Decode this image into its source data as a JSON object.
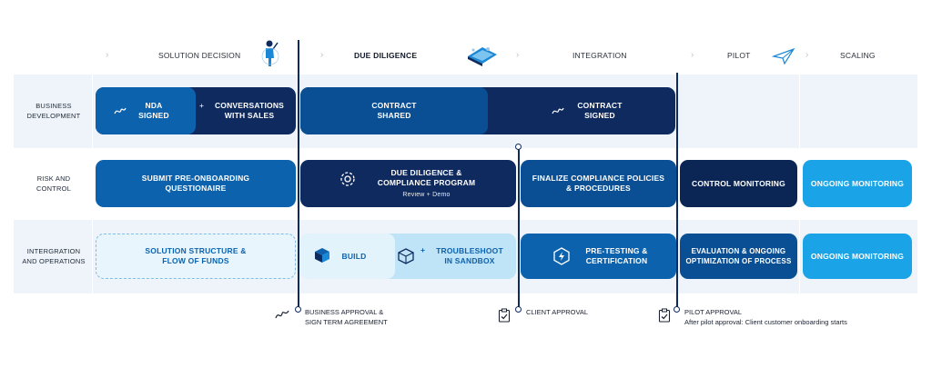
{
  "phases": [
    {
      "label": "SOLUTION DECISION"
    },
    {
      "label": "DUE DILIGENCE"
    },
    {
      "label": "INTEGRATION"
    },
    {
      "label": "PILOT"
    },
    {
      "label": "SCALING"
    }
  ],
  "rows": [
    {
      "label_line1": "BUSINESS",
      "label_line2": "DEVELOPMENT"
    },
    {
      "label_line1": "RISK AND",
      "label_line2": "CONTROL"
    },
    {
      "label_line1": "INTERGRATION",
      "label_line2": "AND OPERATIONS"
    }
  ],
  "boxes": {
    "nda": {
      "line1": "NDA",
      "line2": "SIGNED"
    },
    "conversations": {
      "plus": "+",
      "line1": "CONVERSATIONS",
      "line2": "WITH SALES"
    },
    "contract_shared": {
      "line1": "CONTRACT",
      "line2": "SHARED"
    },
    "contract_signed": {
      "line1": "CONTRACT",
      "line2": "SIGNED"
    },
    "submit": {
      "line1": "SUBMIT PRE-ONBOARDING",
      "line2": "QUESTIONAIRE"
    },
    "due_diligence": {
      "line1": "DUE DILIGENCE &",
      "line2": "COMPLIANCE PROGRAM",
      "sub": "Review + Demo"
    },
    "finalize": {
      "line1": "FINALIZE COMPLIANCE POLICIES",
      "line2": "& PROCEDURES"
    },
    "control_monitoring": {
      "line1": "CONTROL MONITORING"
    },
    "ongoing_monitoring_1": {
      "line1": "ONGOING MONITORING"
    },
    "solution_structure": {
      "line1": "SOLUTION STRUCTURE &",
      "line2": "FLOW OF FUNDS"
    },
    "build": {
      "line1": "BUILD"
    },
    "troubleshoot": {
      "plus": "+",
      "line1": "TROUBLESHOOT",
      "line2": "IN SANDBOX"
    },
    "pretesting": {
      "line1": "PRE-TESTING &",
      "line2": "CERTIFICATION"
    },
    "evaluation": {
      "line1": "EVALUATION & ONGOING",
      "line2": "OPTIMIZATION OF PROCESS"
    },
    "ongoing_monitoring_2": {
      "line1": "ONGOING MONITORING"
    }
  },
  "milestones": {
    "business": {
      "line1": "BUSINESS APPROVAL &",
      "line2": "SIGN TERM AGREEMENT"
    },
    "client": {
      "line1": "CLIENT APPROVAL"
    },
    "pilot": {
      "line1": "PILOT APPROVAL",
      "line2": "After pilot approval: Client customer onboarding starts"
    }
  },
  "colors": {
    "navy": "#0e2a5e",
    "deep_navy": "#0b2554",
    "blue": "#0d62ad",
    "mid_blue": "#0a4f94",
    "sky": "#1aa3e6",
    "light_band": "#eef4fa",
    "dashed": "#e9f5fc",
    "light_box": "#cde9f9"
  },
  "icons": [
    "signature-icon",
    "lightning-icon",
    "cube-icon",
    "box-icon",
    "gear-icon",
    "checklist-icon",
    "person-icon",
    "laptop-icon",
    "paper-plane-icon"
  ]
}
